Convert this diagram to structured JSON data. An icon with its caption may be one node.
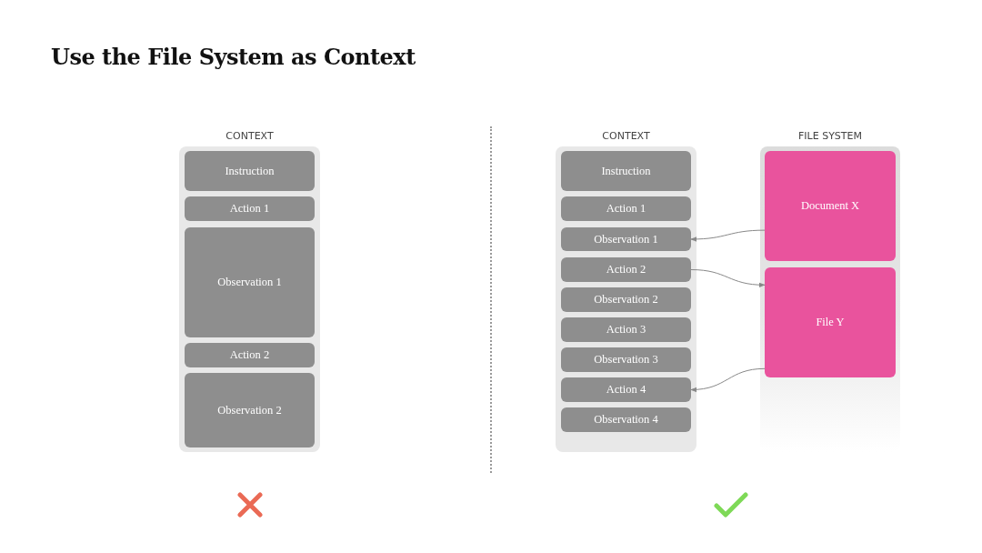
{
  "diagram": {
    "title": "Use the File System as Context",
    "nodes": [
      {
        "text": [
          "CONTEXT"
        ]
      },
      {
        "text": [
          "Instruction"
        ],
        "in": 0
      },
      {
        "text": [
          "Action 1"
        ],
        "in": 0
      },
      {
        "text": [
          "Observation 1"
        ],
        "in": 0
      },
      {
        "text": [
          "Action 2"
        ],
        "in": 0
      },
      {
        "text": [
          "Observation 2"
        ],
        "in": 0
      },
      {
        "text": [
          "CONTEXT"
        ]
      },
      {
        "text": [
          "Instruction"
        ],
        "in": 6
      },
      {
        "text": [
          "Action 1"
        ],
        "in": 6
      },
      {
        "text": [
          "Observation 1"
        ],
        "in": 6
      },
      {
        "text": [
          "Action 2"
        ],
        "in": 6
      },
      {
        "text": [
          "Observation 2"
        ],
        "in": 6
      },
      {
        "text": [
          "Action 3"
        ],
        "in": 6
      },
      {
        "text": [
          "Observation 3"
        ],
        "in": 6
      },
      {
        "text": [
          "Action 4"
        ],
        "in": 6
      },
      {
        "text": [
          "Observation 4"
        ],
        "in": 6
      },
      {
        "text": [
          "FILE SYSTEM"
        ]
      },
      {
        "text": [
          "Document X"
        ],
        "in": 16
      },
      {
        "text": [
          "File Y"
        ],
        "in": 16
      }
    ],
    "edges": [
      {
        "from": 17,
        "to": 9,
        "arrow": "to"
      },
      {
        "from": 10,
        "to": 18,
        "arrow": "to"
      },
      {
        "from": 18,
        "to": 14,
        "arrow": "to"
      }
    ]
  }
}
